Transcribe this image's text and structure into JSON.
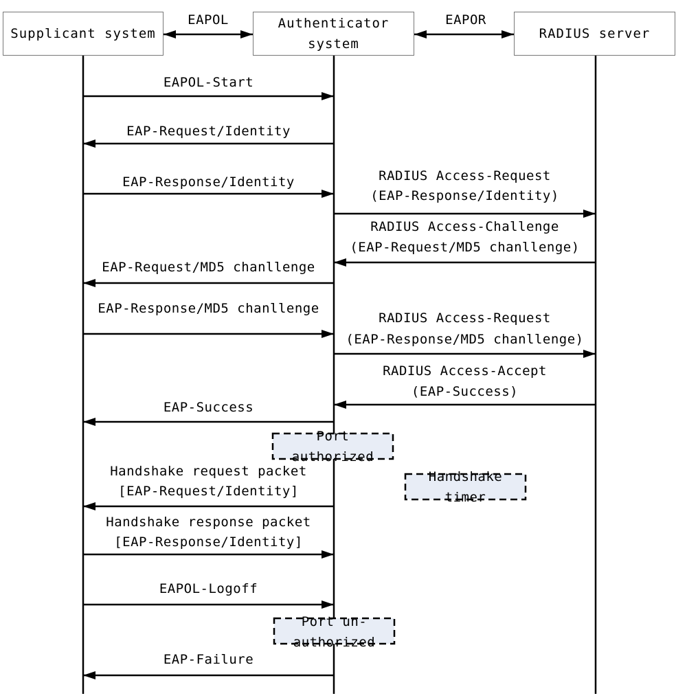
{
  "entities": {
    "supplicant": "Supplicant system",
    "authenticator": "Authenticator\nsystem",
    "radius": "RADIUS server"
  },
  "protocols": {
    "left": "EAPOL",
    "right": "EAPOR"
  },
  "messages": [
    {
      "id": "eapol-start",
      "lines": [
        "EAPOL-Start"
      ]
    },
    {
      "id": "eap-request-identity",
      "lines": [
        "EAP-Request/Identity"
      ]
    },
    {
      "id": "eap-response-identity",
      "lines": [
        "EAP-Response/Identity"
      ]
    },
    {
      "id": "radius-access-request-identity",
      "lines": [
        "RADIUS Access-Request",
        "(EAP-Response/Identity)"
      ]
    },
    {
      "id": "radius-access-challenge",
      "lines": [
        "RADIUS Access-Challenge",
        "(EAP-Request/MD5 chanllenge)"
      ]
    },
    {
      "id": "eap-request-md5",
      "lines": [
        "EAP-Request/MD5 chanllenge"
      ]
    },
    {
      "id": "eap-response-md5",
      "lines": [
        "EAP-Response/MD5 chanllenge"
      ]
    },
    {
      "id": "radius-access-request-md5",
      "lines": [
        "RADIUS Access-Request",
        "(EAP-Response/MD5 chanllenge)"
      ]
    },
    {
      "id": "radius-access-accept",
      "lines": [
        "RADIUS Access-Accept",
        "(EAP-Success)"
      ]
    },
    {
      "id": "eap-success",
      "lines": [
        "EAP-Success"
      ]
    },
    {
      "id": "handshake-request",
      "lines": [
        "Handshake request packet",
        "[EAP-Request/Identity]"
      ]
    },
    {
      "id": "handshake-response",
      "lines": [
        "Handshake response packet",
        "[EAP-Response/Identity]"
      ]
    },
    {
      "id": "eapol-logoff",
      "lines": [
        "EAPOL-Logoff"
      ]
    },
    {
      "id": "eap-failure",
      "lines": [
        "EAP-Failure"
      ]
    }
  ],
  "notes": [
    {
      "id": "port-authorized",
      "lines": [
        "Port",
        "authorized"
      ]
    },
    {
      "id": "handshake-timer",
      "lines": [
        "Handshake",
        "timer"
      ]
    },
    {
      "id": "port-unauthorized",
      "lines": [
        "Port un-",
        "authorized"
      ]
    }
  ],
  "colors": {
    "line": "#000000",
    "box_border": "#777777",
    "note_fill": "#e8edf6",
    "note_border": "#000000"
  }
}
